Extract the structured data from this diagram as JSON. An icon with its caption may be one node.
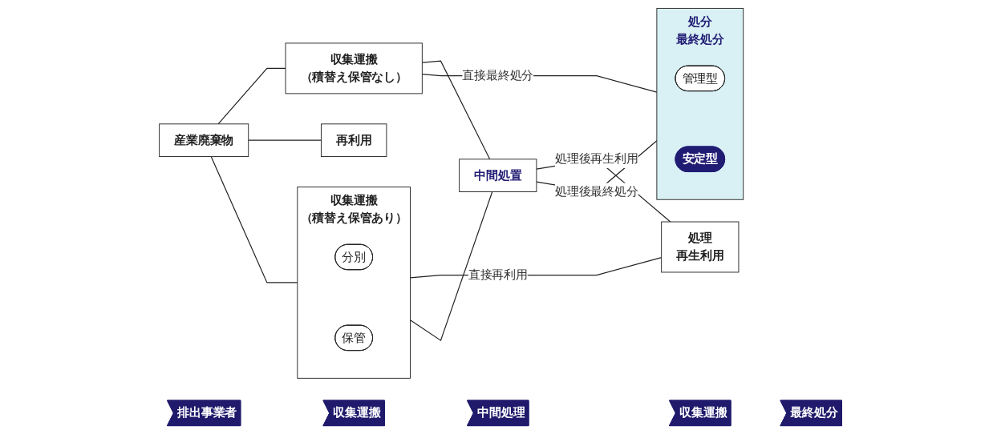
{
  "diagram": {
    "nodes": [
      {
        "text": [
          "排出事業者"
        ]
      },
      {
        "text": [
          "収集運搬"
        ]
      },
      {
        "text": [
          "中間処理"
        ]
      },
      {
        "text": [
          "収集運搬"
        ]
      },
      {
        "text": [
          "最終処分"
        ]
      },
      {
        "text": [
          "産業廃棄物"
        ]
      },
      {
        "text": [
          "収集運搬",
          "（積替え保管あり）"
        ]
      },
      {
        "text": [
          "分別"
        ],
        "in": 6
      },
      {
        "text": [
          "保管"
        ],
        "in": 6
      },
      {
        "text": [
          "収集運搬",
          "（積替え保管なし）"
        ]
      },
      {
        "text": [
          "中間処置"
        ]
      },
      {
        "text": [
          "処理",
          "再生利用"
        ]
      },
      {
        "text": [
          "処分",
          "最終処分"
        ]
      },
      {
        "text": [
          "管理型"
        ],
        "in": 12
      },
      {
        "text": [
          "安定型"
        ],
        "in": 12
      },
      {
        "text": [
          "再利用"
        ]
      }
    ],
    "edges": [
      {
        "from": 5,
        "to": 6,
        "arrow": "none"
      },
      {
        "from": 5,
        "to": 9,
        "arrow": "none"
      },
      {
        "from": 5,
        "to": 15,
        "arrow": "none"
      },
      {
        "from": 6,
        "to": 11,
        "label": "直接再利用",
        "arrow": "none"
      },
      {
        "from": 6,
        "to": 10,
        "arrow": "none"
      },
      {
        "from": 9,
        "to": 10,
        "arrow": "none"
      },
      {
        "from": 10,
        "to": 11,
        "label": "処理後再生利用",
        "arrow": "none"
      },
      {
        "from": 10,
        "to": 12,
        "label": "処理後最終処分",
        "arrow": "none"
      },
      {
        "from": 9,
        "to": 12,
        "label": "直接最終処分",
        "arrow": "none"
      }
    ]
  }
}
